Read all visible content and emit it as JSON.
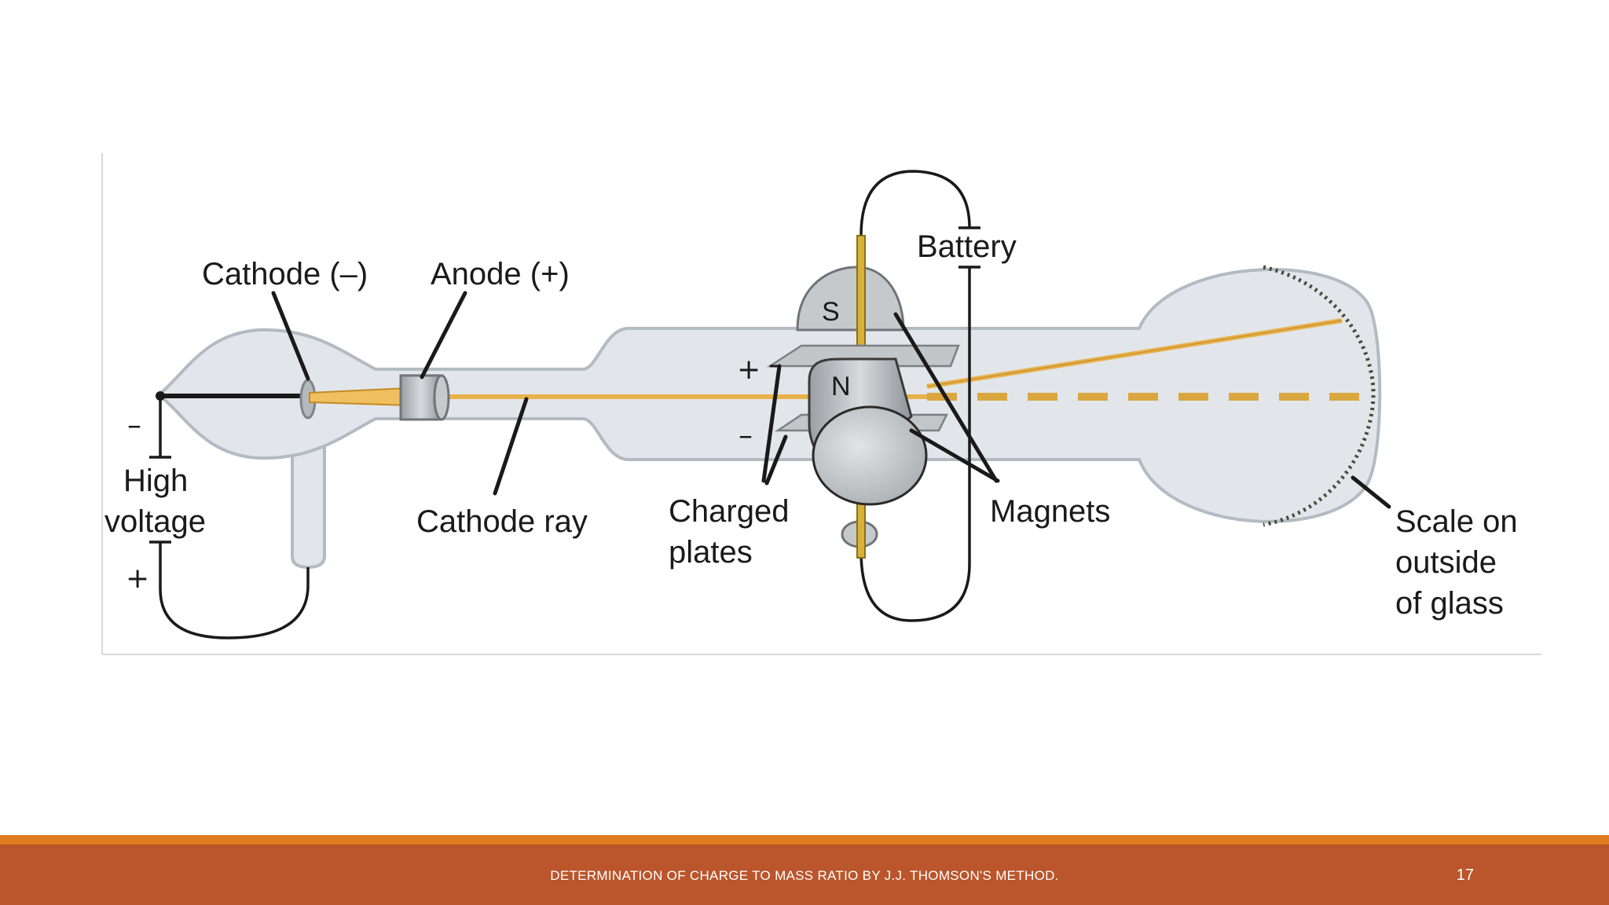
{
  "diagram": {
    "labels": {
      "cathode": "Cathode (–)",
      "anode": "Anode (+)",
      "high_voltage_line1": "High",
      "high_voltage_line2": "voltage",
      "cathode_ray": "Cathode ray",
      "charged_plates_line1": "Charged",
      "charged_plates_line2": "plates",
      "battery": "Battery",
      "magnets": "Magnets",
      "scale_line1": "Scale on",
      "scale_line2": "outside",
      "scale_line3": "of glass"
    },
    "signs": {
      "hv_minus": "–",
      "hv_plus": "+",
      "plate_plus": "+",
      "plate_minus": "–"
    },
    "poles": {
      "south": "S",
      "north": "N"
    },
    "colors": {
      "glass": "#dfe3e7",
      "glass_edge": "#aab3ba",
      "beam": "#e8b14b",
      "wire": "#1a1a1a"
    }
  },
  "footer": {
    "title": "DETERMINATION OF CHARGE TO MASS RATIO BY J.J. THOMSON'S METHOD.",
    "page_number": "17",
    "accent_color": "#e07c1f",
    "bar_color": "#bb552b"
  }
}
